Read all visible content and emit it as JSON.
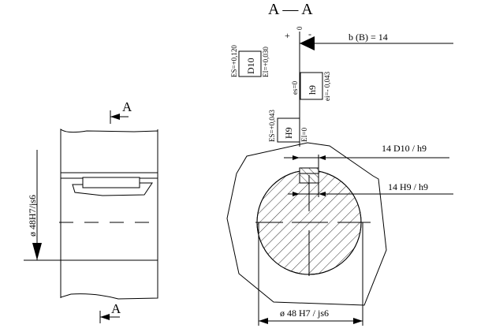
{
  "section_title": "A — A",
  "section_mark": "A",
  "left_view": {
    "bore_dimension": "ø 48H7/js6"
  },
  "deviation_diagram": {
    "zero_label": "0",
    "plus_label": "+",
    "minus_label": "-",
    "key_width_label": "b (B) = 14",
    "fields": [
      {
        "name": "D10",
        "upper": "ES=+0,120",
        "lower": "EI=+0,030"
      },
      {
        "name": "h9",
        "upper": "es=0",
        "lower": "ei=- 0,043"
      },
      {
        "name": "H9",
        "upper": "ES=+0,043",
        "lower": "EI=0"
      }
    ]
  },
  "section_view": {
    "fit_hub_key": "14 D10 / h9",
    "fit_shaft_key": "14 H9 / h9",
    "diameter_fit": "ø 48 H7 / js6"
  }
}
